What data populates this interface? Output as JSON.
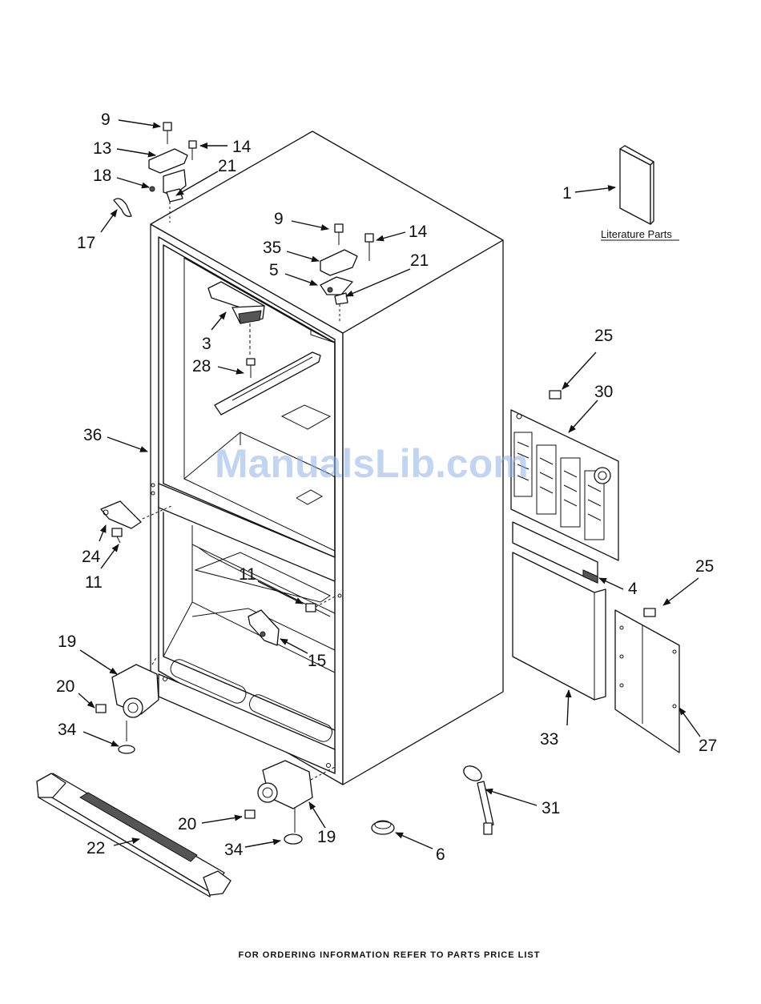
{
  "watermark": "ManualsLib.com",
  "literature_label": "Literature Parts",
  "footer": "FOR ORDERING INFORMATION REFER TO PARTS PRICE LIST",
  "callouts": {
    "c1": "1",
    "c3": "3",
    "c4": "4",
    "c5": "5",
    "c6": "6",
    "c9a": "9",
    "c9b": "9",
    "c11a": "11",
    "c11b": "11",
    "c13": "13",
    "c14a": "14",
    "c14b": "14",
    "c15": "15",
    "c17": "17",
    "c18": "18",
    "c19a": "19",
    "c19b": "19",
    "c20a": "20",
    "c20b": "20",
    "c21a": "21",
    "c21b": "21",
    "c22": "22",
    "c24": "24",
    "c25a": "25",
    "c25b": "25",
    "c27": "27",
    "c28": "28",
    "c30": "30",
    "c31": "31",
    "c33": "33",
    "c34a": "34",
    "c34b": "34",
    "c35": "35",
    "c36": "36"
  }
}
